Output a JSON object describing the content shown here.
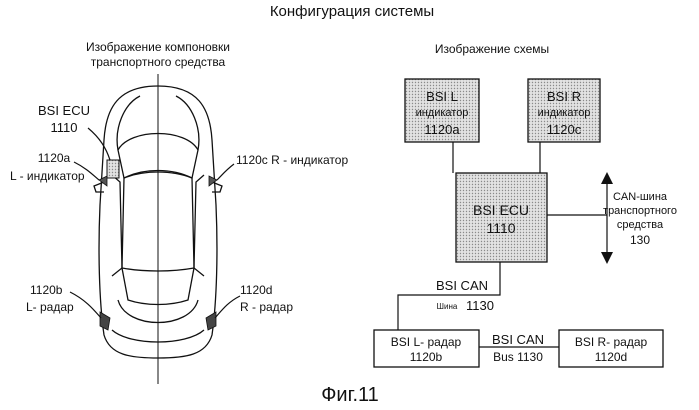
{
  "title": "Конфигурация системы",
  "left_panel": {
    "heading_line1": "Изображение компоновки",
    "heading_line2": "транспортного средства",
    "labels": {
      "ecu_name": "BSI ECU",
      "ecu_ref": "1110",
      "left_indicator_ref": "1120a",
      "left_indicator_name": "L - индикатор",
      "right_indicator": "1120c R - индикатор",
      "left_radar_ref": "1120b",
      "left_radar_name": "L- радар",
      "right_radar_ref": "1120d",
      "right_radar_name": "R - радар"
    }
  },
  "right_panel": {
    "heading": "Изображение схемы",
    "boxes": {
      "bsi_l_indicator": {
        "line1": "BSI L",
        "line2": "индикатор",
        "line3": "1120a"
      },
      "bsi_r_indicator": {
        "line1": "BSI R",
        "line2": "индикатор",
        "line3": "1120c"
      },
      "bsi_ecu": {
        "line1": "BSI ECU",
        "line2": "1110"
      },
      "bsi_l_radar": {
        "line1": "BSI L- радар",
        "line2": "1120b"
      },
      "bsi_r_radar": {
        "line1": "BSI R- радар",
        "line2": "1120d"
      }
    },
    "can_bus": {
      "line1": "CAN-шина",
      "line2": "транспортного",
      "line3": "средства",
      "line4": "130"
    },
    "bsi_can_upper": {
      "line1": "BSI CAN",
      "line2_prefix": "Шина",
      "line2_num": "1130"
    },
    "bsi_can_lower": {
      "line1": "BSI CAN",
      "line2": "Bus 1130"
    }
  },
  "caption": "Фиг.11",
  "colors": {
    "shaded_box": "#d9d9d9",
    "stroke": "#111111"
  }
}
